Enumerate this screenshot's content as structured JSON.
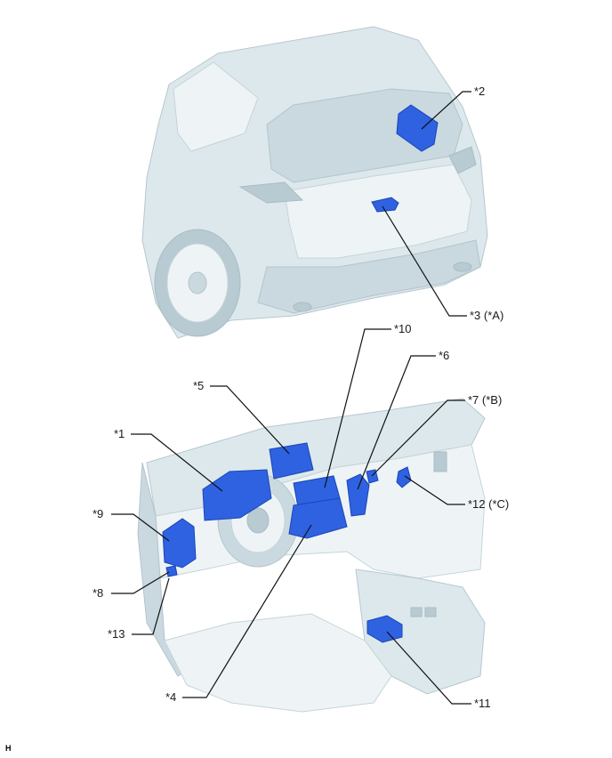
{
  "callouts": {
    "c1": "*1",
    "c2": "*2",
    "c3": "*3 (*A)",
    "c4": "*4",
    "c5": "*5",
    "c6": "*6",
    "c7": "*7 (*B)",
    "c8": "*8",
    "c9": "*9",
    "c10": "*10",
    "c11": "*11",
    "c12": "*12 (*C)",
    "c13": "*13"
  },
  "page_mark": "H",
  "colors": {
    "component": "#2f62e0",
    "vehicle": "#dce8ec",
    "leader": "#111111"
  }
}
